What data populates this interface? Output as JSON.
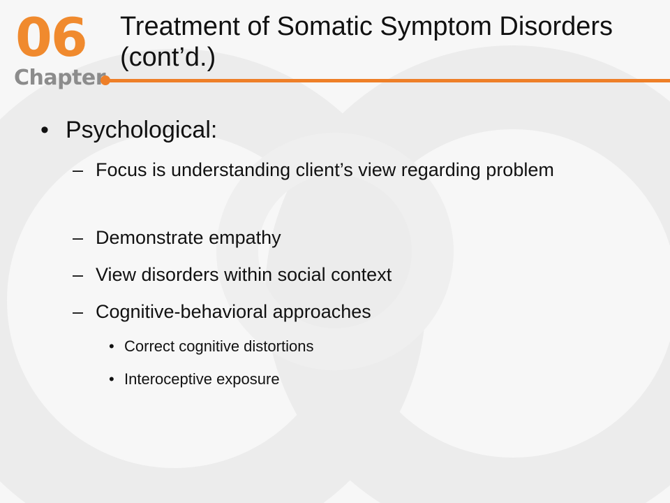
{
  "slide": {
    "chapter_number": "06",
    "chapter_label": "Chapter",
    "title": "Treatment of Somatic Symptom Disorders (cont’d.)"
  },
  "bullets": {
    "level1": {
      "marker": "•",
      "text": "Psychological:"
    },
    "level2": [
      {
        "marker": "–",
        "text": "Focus is understanding client’s view regarding problem"
      },
      {
        "marker": "–",
        "text": "Demonstrate empathy"
      },
      {
        "marker": "–",
        "text": "View disorders within social context"
      },
      {
        "marker": "–",
        "text": "Cognitive-behavioral approaches"
      }
    ],
    "level3": [
      {
        "marker": "•",
        "text": "Correct cognitive distortions"
      },
      {
        "marker": "•",
        "text": "Interoceptive exposure"
      }
    ]
  },
  "colors": {
    "accent": "#ee7f28",
    "chapter_gray": "#8c8c8c",
    "text": "#111111",
    "background": "#f7f7f7"
  }
}
